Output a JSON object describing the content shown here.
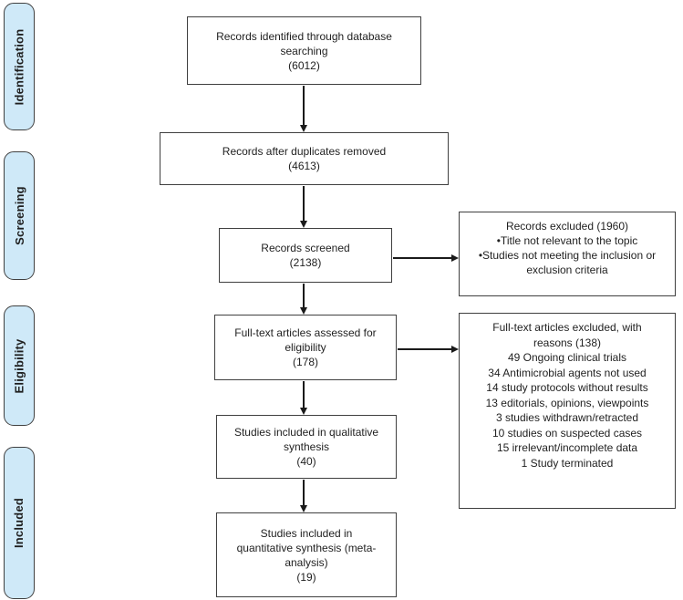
{
  "colors": {
    "stage_fill": "#cfe9f8",
    "stage_border": "#404040",
    "box_border": "#3f3f3f",
    "box_fill": "#ffffff",
    "arrow": "#1a1a1a",
    "text": "#1f1f1f"
  },
  "stages": [
    {
      "label": "Identification"
    },
    {
      "label": "Screening"
    },
    {
      "label": "Eligibility"
    },
    {
      "label": "Included"
    }
  ],
  "boxes": {
    "records_identified": {
      "lines": [
        "Records identified through database",
        "searching",
        "(6012)"
      ]
    },
    "records_after_duplicates": {
      "lines": [
        "Records after duplicates removed",
        "(4613)"
      ]
    },
    "records_screened": {
      "lines": [
        "Records screened",
        "(2138)"
      ]
    },
    "records_excluded": {
      "lines": [
        "Records excluded (1960)",
        "•Title not relevant to the topic",
        "•Studies not meeting the inclusion or",
        "exclusion criteria"
      ]
    },
    "fulltext_assessed": {
      "lines": [
        "Full-text articles assessed for",
        "eligibility",
        "(178)"
      ]
    },
    "fulltext_excluded": {
      "lines": [
        "Full-text articles excluded, with",
        "reasons (138)",
        "49 Ongoing clinical trials",
        "34 Antimicrobial agents not used",
        "14 study protocols without results",
        "13 editorials, opinions, viewpoints",
        "3 studies withdrawn/retracted",
        "10 studies on suspected cases",
        "15 irrelevant/incomplete data",
        "1 Study terminated"
      ]
    },
    "qualitative_synthesis": {
      "lines": [
        "Studies included in qualitative",
        "synthesis",
        "(40)"
      ]
    },
    "quantitative_synthesis": {
      "lines": [
        "Studies included in",
        "quantitative synthesis (meta-",
        "analysis)",
        "(19)"
      ]
    }
  }
}
